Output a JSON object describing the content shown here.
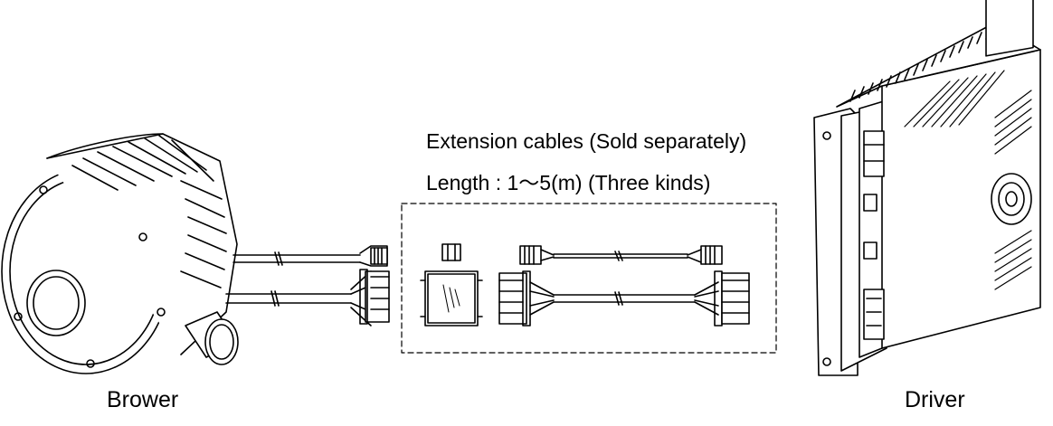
{
  "labels": {
    "blower": "Brower",
    "driver": "Driver",
    "extension_title": "Extension cables (Sold separately)",
    "extension_length": "Length : 1～5(m)   (Three kinds)"
  }
}
